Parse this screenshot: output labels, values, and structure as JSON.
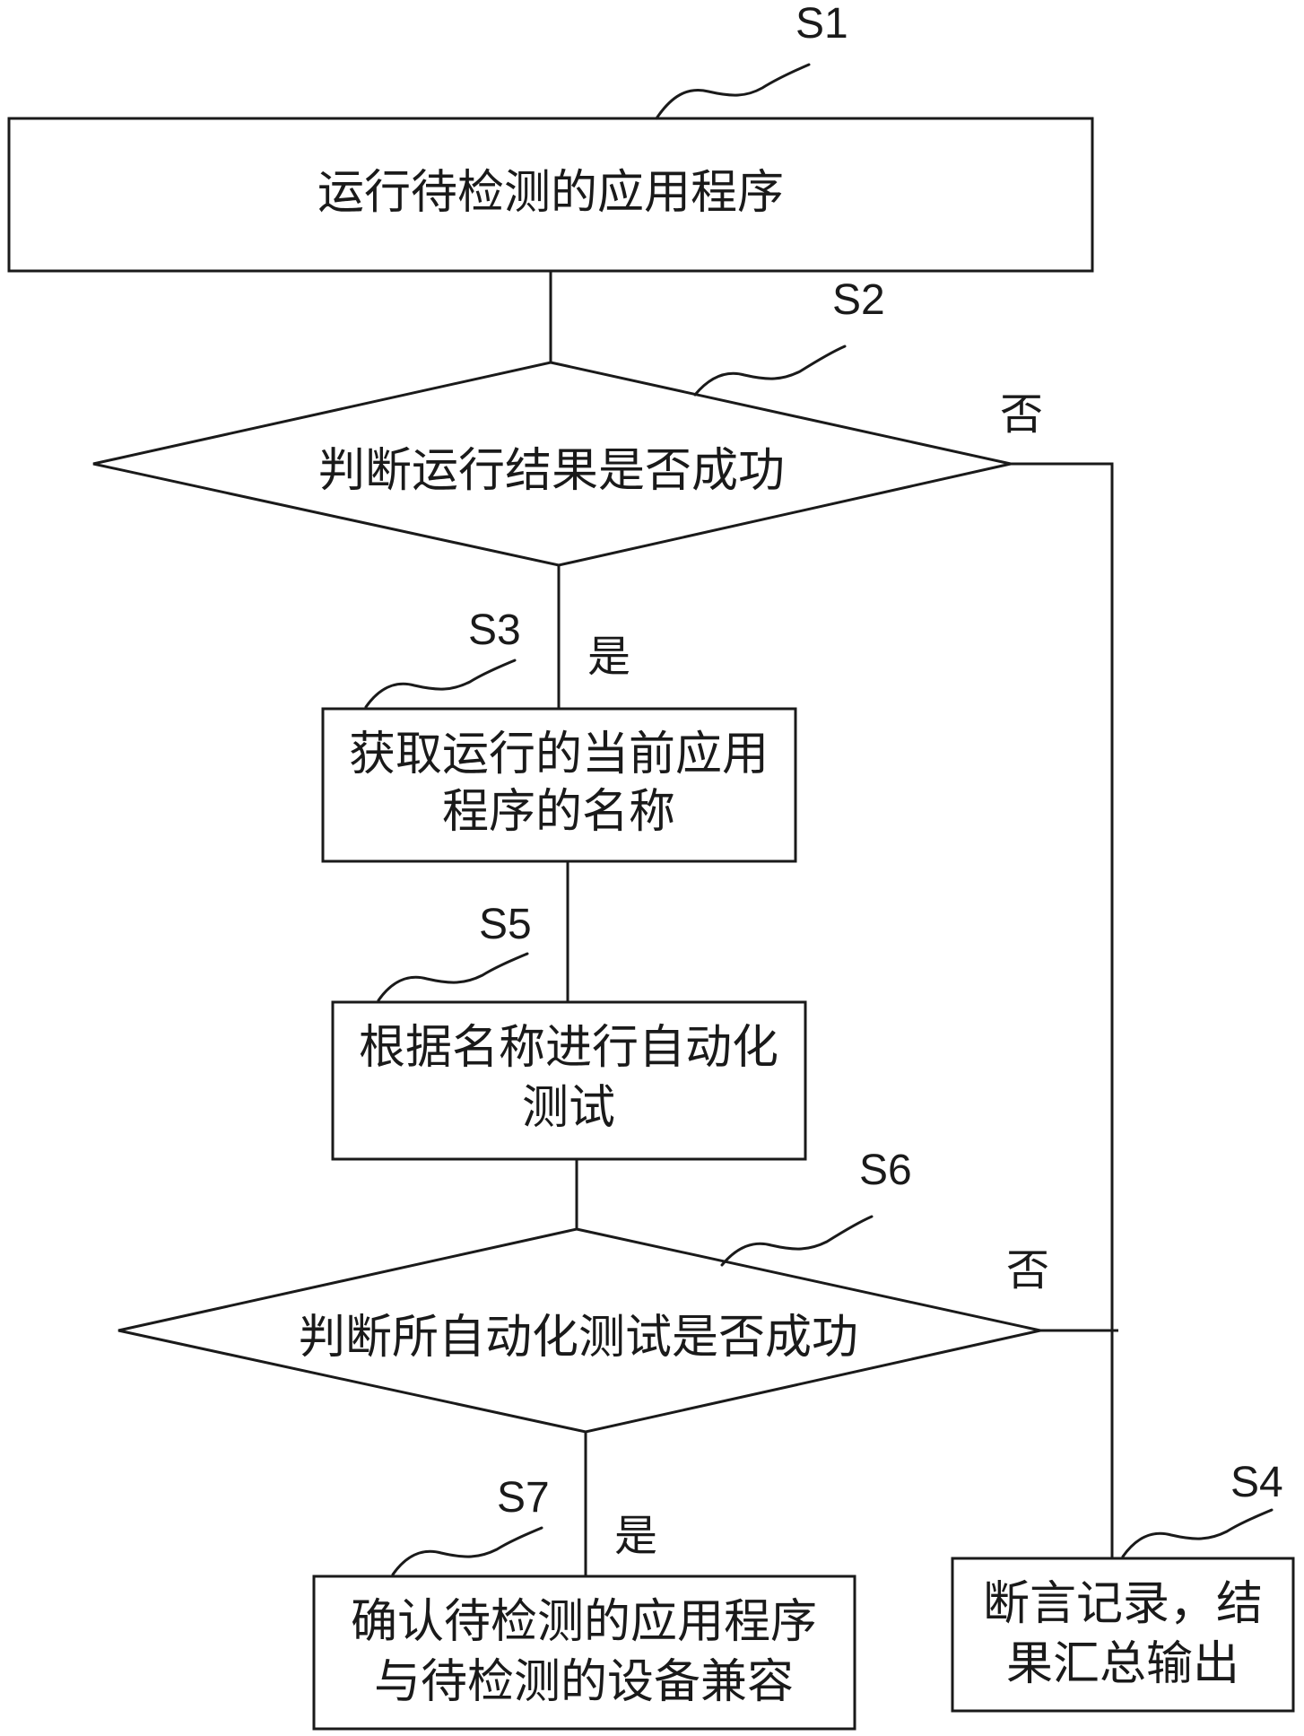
{
  "steps": {
    "s1": {
      "id": "S1",
      "lines": [
        "运行待检测的应用程序"
      ]
    },
    "s2": {
      "id": "S2",
      "lines": [
        "判断运行结果是否成功"
      ]
    },
    "s3": {
      "id": "S3",
      "lines": [
        "获取运行的当前应用",
        "程序的名称"
      ]
    },
    "s5": {
      "id": "S5",
      "lines": [
        "根据名称进行自动化",
        "测试"
      ]
    },
    "s6": {
      "id": "S6",
      "lines": [
        "判断所自动化测试是否成功"
      ]
    },
    "s7": {
      "id": "S7",
      "lines": [
        "确认待检测的应用程序",
        "与待检测的设备兼容"
      ]
    },
    "s4": {
      "id": "S4",
      "lines": [
        "断言记录，结",
        "果汇总输出"
      ]
    }
  },
  "branches": {
    "yes": "是",
    "no": "否"
  }
}
